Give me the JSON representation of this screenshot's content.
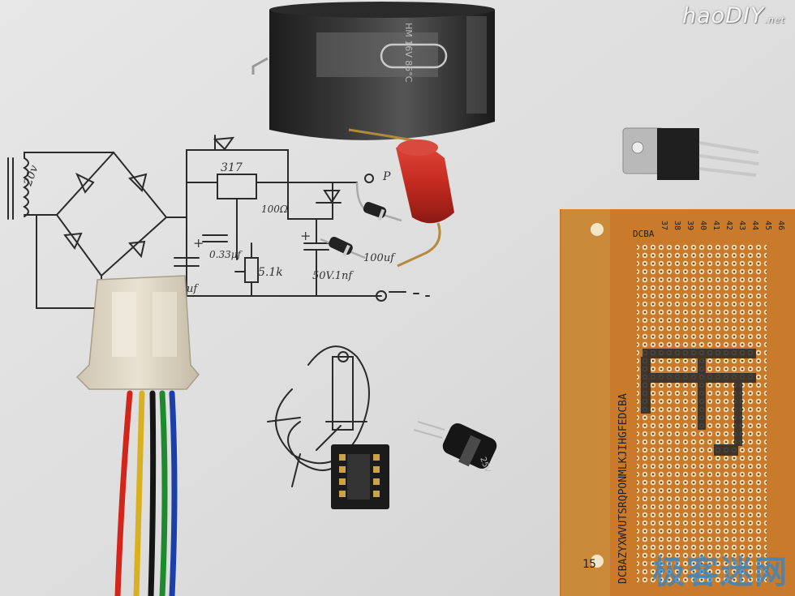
{
  "watermark_top": {
    "brand": "haoDIY",
    "suffix": ".net"
  },
  "watermark_bottom": "极客迷网",
  "sketch_labels": {
    "transformer": "20v",
    "regulator": "317",
    "resistor_top": "100Ω",
    "resistor_small": "0.33μf",
    "pot": "5.1k",
    "cap_large": "50V.1nf",
    "cap_out": "100uf",
    "cap_left": "uf",
    "plus": "+",
    "p_label": "P"
  },
  "big_capacitor_text": "HM 16V 85°C",
  "pcb": {
    "letters_top": "DCBA",
    "numbers_top": [
      "37",
      "38",
      "39",
      "40",
      "41",
      "42",
      "43",
      "44",
      "45",
      "46"
    ],
    "letters_side": "DCBAZYXWVUTSRQPONMLKJIHGFEDCBA",
    "number_bottom": "15"
  },
  "small_cap_label": "25V"
}
